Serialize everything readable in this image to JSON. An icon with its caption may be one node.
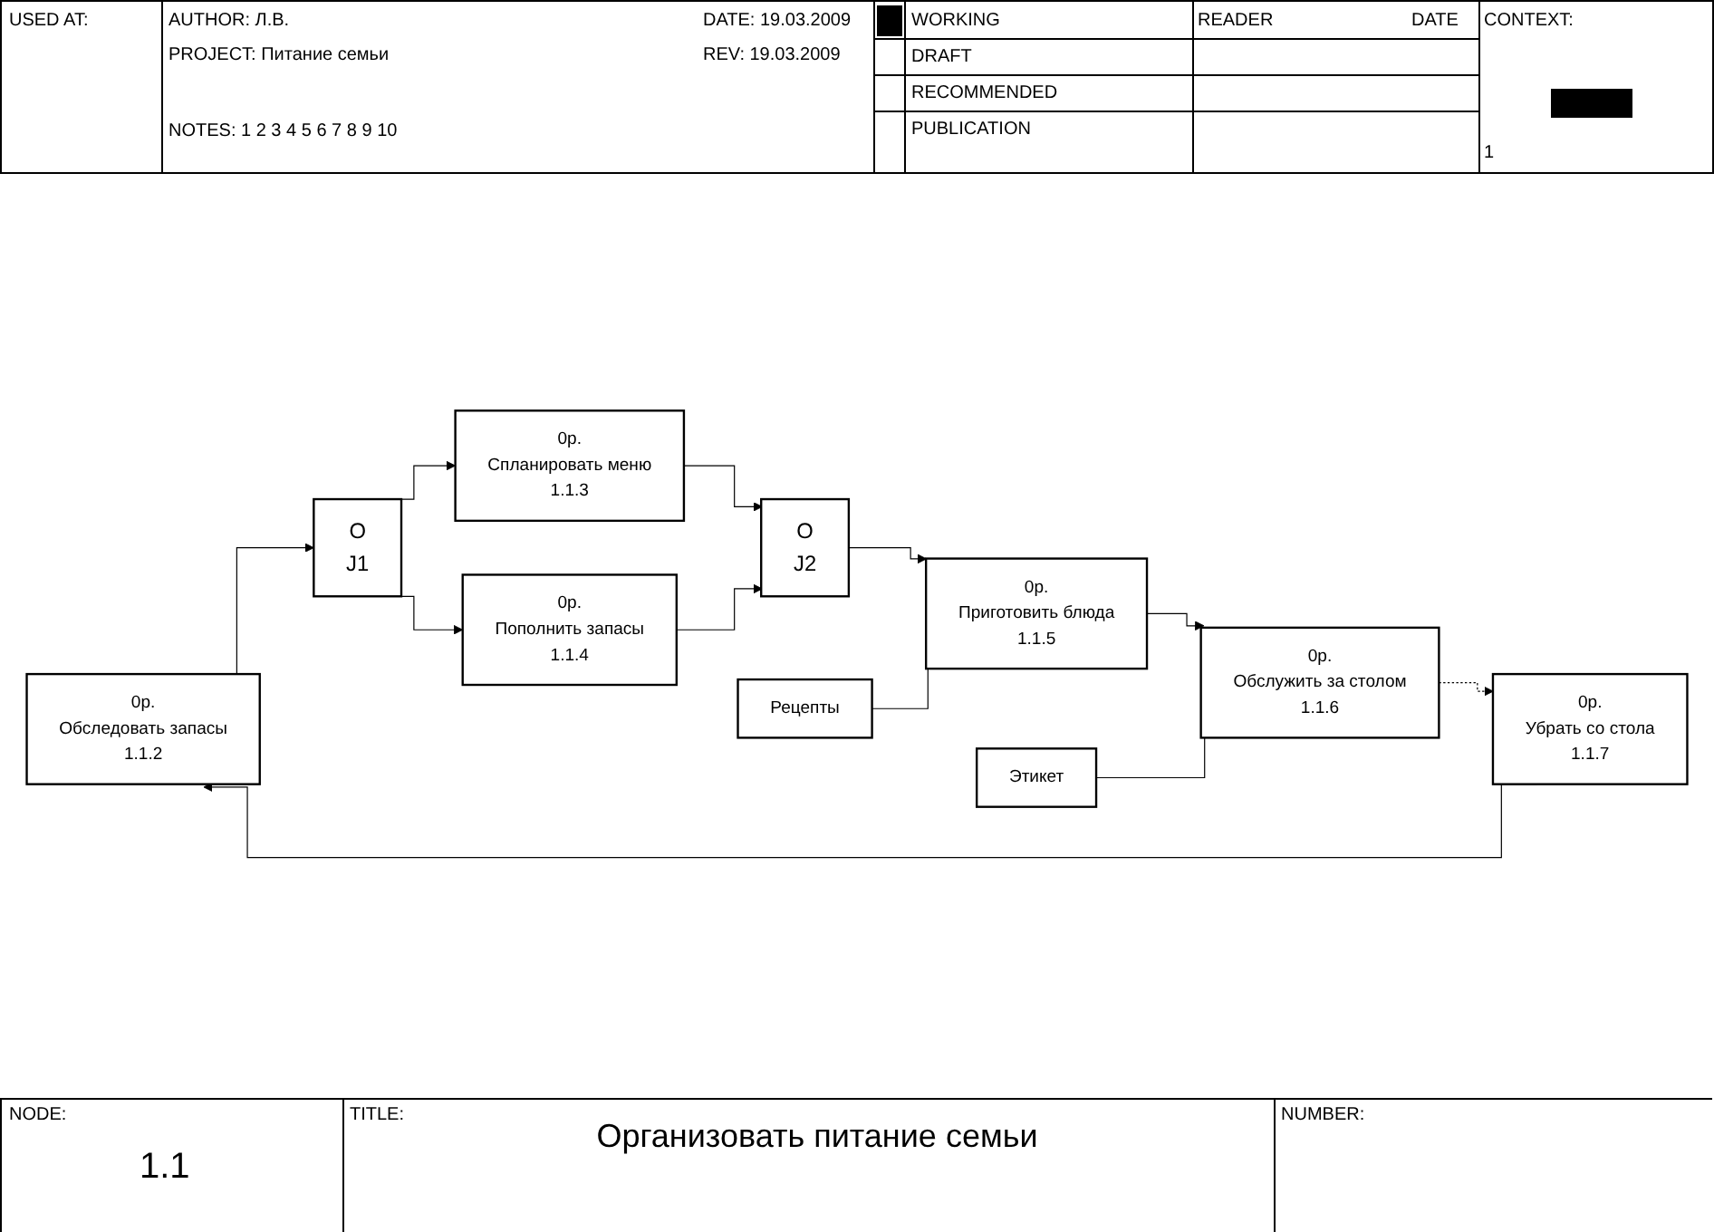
{
  "diagram": {
    "title": "Организовать  питание семьи",
    "nodes": [
      {
        "text": [
          "0р.",
          "Обследовать запасы",
          "1.1.2"
        ]
      },
      {
        "text": [
          "O",
          "J1"
        ]
      },
      {
        "text": [
          "0р.",
          "Спланировать меню",
          "1.1.3"
        ]
      },
      {
        "text": [
          "0р.",
          "Пополнить запасы",
          "1.1.4"
        ]
      },
      {
        "text": [
          "O",
          "J2"
        ]
      },
      {
        "text": [
          "Рецепты"
        ]
      },
      {
        "text": [
          "0р.",
          "Приготовить блюда",
          "1.1.5"
        ]
      },
      {
        "text": [
          "Этикет"
        ]
      },
      {
        "text": [
          "0р.",
          "Обслужить за столом",
          "1.1.6"
        ]
      },
      {
        "text": [
          "0р.",
          "Убрать со стола",
          "1.1.7"
        ]
      }
    ],
    "edges": [
      {
        "from": 0,
        "to": 1,
        "arrow": "to"
      },
      {
        "from": 1,
        "to": 2,
        "arrow": "to"
      },
      {
        "from": 1,
        "to": 3,
        "arrow": "to"
      },
      {
        "from": 2,
        "to": 4,
        "arrow": "to"
      },
      {
        "from": 3,
        "to": 4,
        "arrow": "to"
      },
      {
        "from": 4,
        "to": 6,
        "arrow": "to"
      },
      {
        "from": 5,
        "to": 6,
        "arrow": "none"
      },
      {
        "from": 6,
        "to": 8,
        "arrow": "to"
      },
      {
        "from": 7,
        "to": 8,
        "arrow": "none"
      },
      {
        "from": 8,
        "to": 9,
        "arrow": "to",
        "style": "dashed"
      },
      {
        "from": 9,
        "to": 0,
        "arrow": "to"
      }
    ],
    "labels": [
      "USED AT:",
      "AUTHOR: Л.В.",
      "DATE: 19.03.2009",
      "WORKING",
      "READER",
      "DATE",
      "CONTEXT:",
      "PROJECT: Питание семьи",
      "REV: 19.03.2009",
      "DRAFT",
      "RECOMMENDED",
      "NOTES: 1 2 3 4 5 6 7 8 9 10",
      "PUBLICATION",
      "1",
      "NODE:",
      "1.1",
      "TITLE:",
      "NUMBER:"
    ]
  }
}
